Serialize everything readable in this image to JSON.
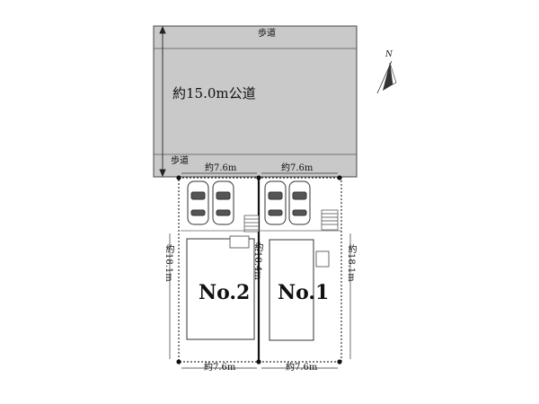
{
  "road": {
    "main_label": "約15.0m公道",
    "sidewalk_top": "歩道",
    "sidewalk_bottom": "歩道"
  },
  "compass": {
    "north_label": "N"
  },
  "lots": [
    {
      "name": "No.2",
      "frontage": "約7.6m",
      "rear": "約7.6m",
      "depth": "約18.1m"
    },
    {
      "name": "No.1",
      "frontage": "約7.6m",
      "rear": "約7.6m",
      "depth": "約18.1m"
    }
  ],
  "shared_boundary_depth": "約18.4m",
  "colors": {
    "road": "#c9c9c9",
    "line": "#222222"
  }
}
